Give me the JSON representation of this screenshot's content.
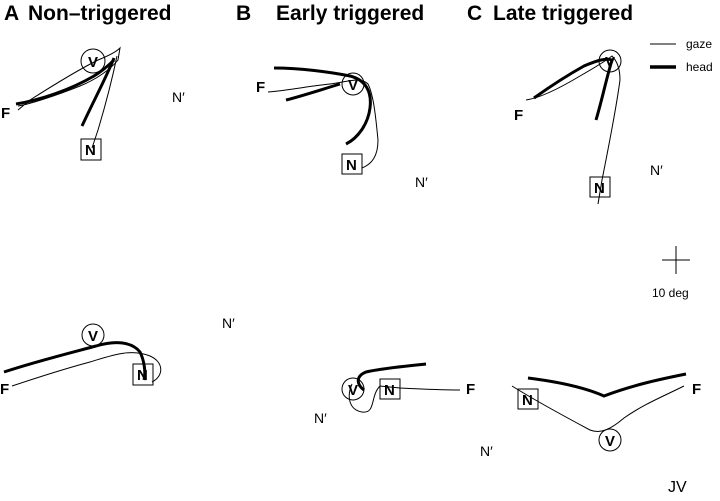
{
  "panels": [
    {
      "letter": "A",
      "title": "Non–triggered"
    },
    {
      "letter": "B",
      "title": "Early triggered"
    },
    {
      "letter": "C",
      "title": "Late triggered"
    }
  ],
  "labels": {
    "F": "F",
    "V": "V",
    "N": "N",
    "N_prime": "N′"
  },
  "legend": {
    "gaze": "gaze",
    "head": "head"
  },
  "scale_bar": {
    "value": 10,
    "label": "10 deg"
  },
  "subject": "JV",
  "colors": {
    "trace": "#000000",
    "background": "#ffffff"
  }
}
